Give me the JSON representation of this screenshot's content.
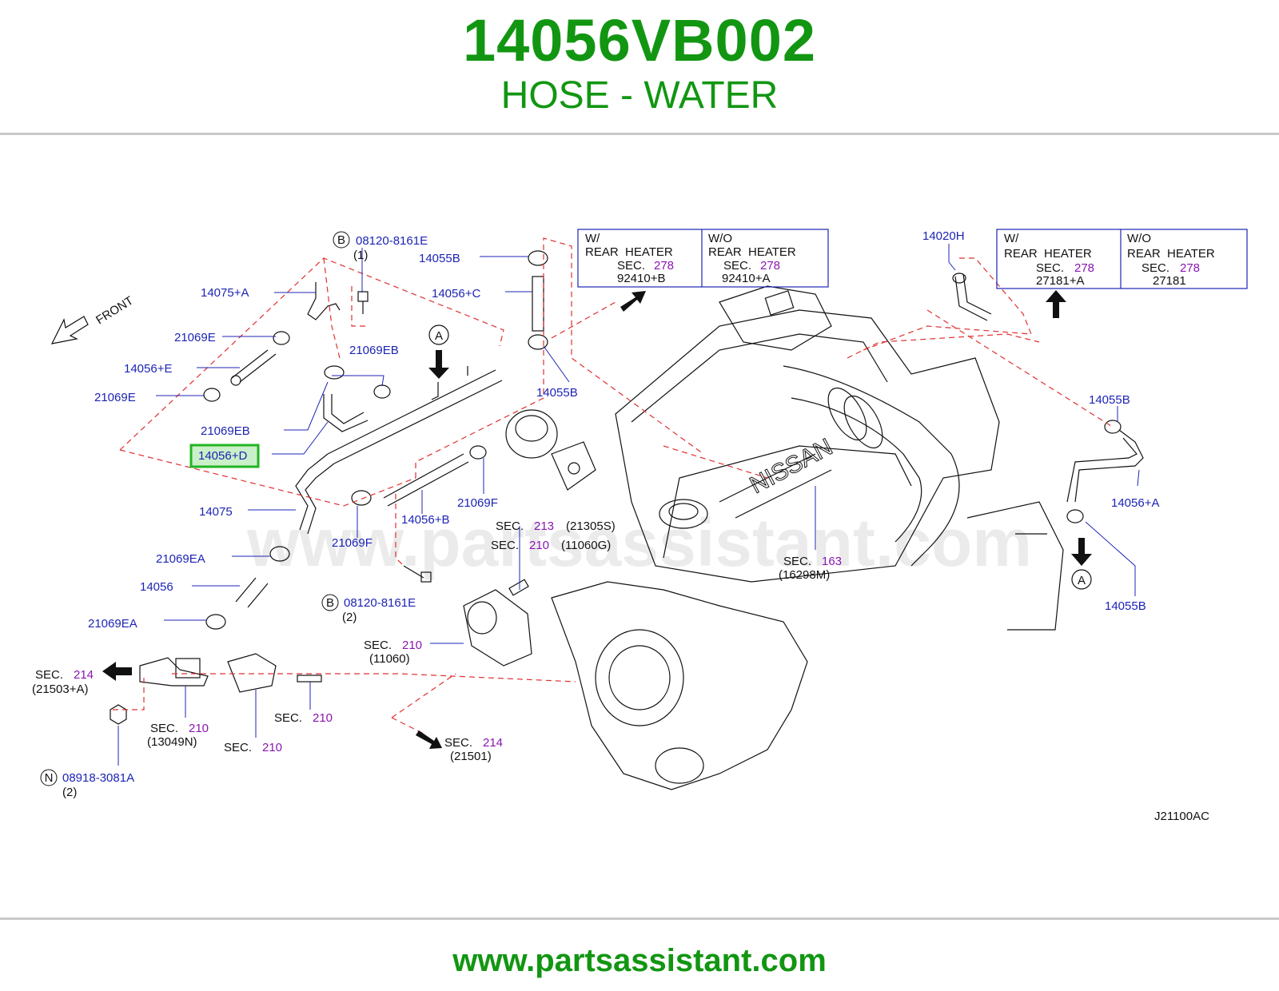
{
  "header": {
    "part_number": "14056VB002",
    "part_name": "HOSE - WATER"
  },
  "footer": {
    "url": "www.partsassistant.com"
  },
  "watermark": "www.partsassistant.com",
  "colors": {
    "title_green": "#129612",
    "callout_blue": "#1d24b5",
    "section_purple": "#8a16b0",
    "highlight_green": "#22b422",
    "dash_red": "#e03030"
  },
  "diagram": {
    "code": "J21100AC",
    "front_label": "FRONT",
    "engine_brand": "NISSAN",
    "highlighted": "14056+D",
    "callouts": {
      "c08120_top": "08120-8161E",
      "c08120_top_qty": "(1)",
      "c08120_top_sym": "B",
      "c14075A": "14075+A",
      "c21069E_1": "21069E",
      "c14056E": "14056+E",
      "c21069E_2": "21069E",
      "c21069EB_1": "21069EB",
      "c21069EB_2": "21069EB",
      "c14056D": "14056+D",
      "c14075": "14075",
      "c21069EA_1": "21069EA",
      "c14056": "14056",
      "c21069EA_2": "21069EA",
      "c14055B_1": "14055B",
      "c14056C": "14056+C",
      "c14055B_2": "14055B",
      "c21069F_1": "21069F",
      "c21069F_2": "21069F",
      "c14056B": "14056+B",
      "c08120_bot": "08120-8161E",
      "c08120_bot_qty": "(2)",
      "c08120_bot_sym": "B",
      "c08918": "08918-3081A",
      "c08918_qty": "(2)",
      "c08918_sym": "N",
      "c14020H": "14020H",
      "c14055B_3": "14055B",
      "c14056A": "14056+A",
      "c14055B_4": "14055B",
      "arrow_a1": "A",
      "arrow_a2": "A"
    },
    "sections": {
      "sec": "SEC.",
      "s213": "213",
      "s213_ref": "(21305S)",
      "s210a": "210",
      "s210a_ref": "(11060G)",
      "s210b": "210",
      "s210b_ref": "(11060)",
      "s214a": "214",
      "s214a_ref": "(21503+A)",
      "s210c": "210",
      "s210c_ref": "(13049N)",
      "s210d": "210",
      "s210e": "210",
      "s214b": "214",
      "s214b_ref": "(21501)",
      "s163": "163",
      "s163_ref": "(16298M)"
    },
    "table1": {
      "col1": [
        "W/",
        "REAR  HEATER",
        "SEC.",
        "278",
        "92410+B"
      ],
      "col2": [
        "W/O",
        "REAR  HEATER",
        "SEC.",
        "278",
        "92410+A"
      ]
    },
    "table2": {
      "col1": [
        "W/",
        "REAR  HEATER",
        "SEC.",
        "278",
        "27181+A"
      ],
      "col2": [
        "W/O",
        "REAR  HEATER",
        "SEC.",
        "278",
        "27181"
      ]
    }
  }
}
